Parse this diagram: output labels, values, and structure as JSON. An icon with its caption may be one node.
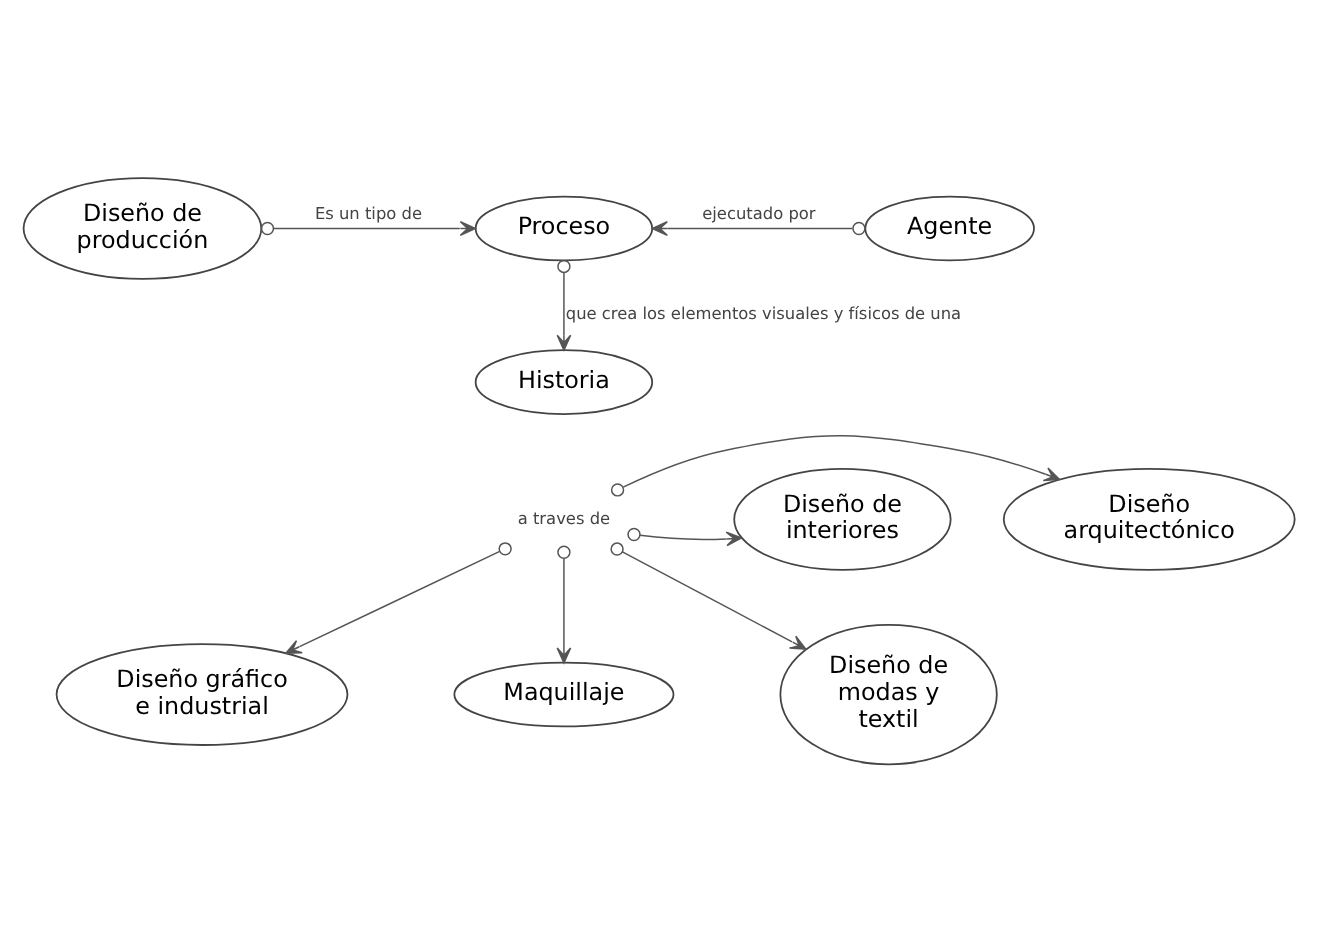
{
  "diagram": {
    "nodes": [
      {
        "text": [
          "Diseño de producción"
        ]
      },
      {
        "text": [
          "Proceso"
        ]
      },
      {
        "text": [
          "Agente"
        ]
      },
      {
        "text": [
          "Historia"
        ]
      },
      {
        "text": [
          "Diseño arquitectónico"
        ]
      },
      {
        "text": [
          "Diseño de interiores"
        ]
      },
      {
        "text": [
          "Diseño gráfico e industrial"
        ]
      },
      {
        "text": [
          "Maquillaje"
        ]
      },
      {
        "text": [
          "Diseño de modas y textil"
        ]
      },
      {
        "text": [
          "a traves de"
        ]
      }
    ],
    "edges": [
      {
        "from": 0,
        "to": 1,
        "arrow": "to",
        "label": "Es un tipo de"
      },
      {
        "from": 2,
        "to": 1,
        "arrow": "to",
        "label": "ejecutado por"
      },
      {
        "from": 1,
        "to": 3,
        "arrow": "to",
        "label": "que crea los elementos visuales y físicos de una"
      },
      {
        "from": 9,
        "to": 4,
        "arrow": "to"
      },
      {
        "from": 9,
        "to": 5,
        "arrow": "to"
      },
      {
        "from": 9,
        "to": 6,
        "arrow": "to"
      },
      {
        "from": 9,
        "to": 7,
        "arrow": "to"
      },
      {
        "from": 9,
        "to": 8,
        "arrow": "to"
      }
    ]
  }
}
